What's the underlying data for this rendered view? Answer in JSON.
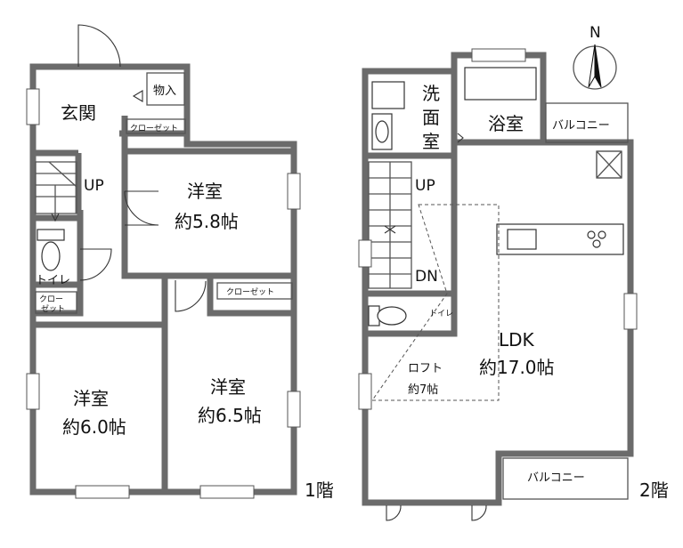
{
  "floor1": {
    "label": "1階",
    "genkan": "玄関",
    "monoire": "物入",
    "up": "UP",
    "toilet": "トイレ",
    "closet_small_1": "クロー",
    "closet_small_2": "ゼット",
    "closet_a": "クローゼット",
    "closet_b": "クローゼット",
    "room_a_name": "洋室",
    "room_a_size": "約5.8帖",
    "room_b_name": "洋室",
    "room_b_size": "約6.0帖",
    "room_c_name": "洋室",
    "room_c_size": "約6.5帖"
  },
  "floor2": {
    "label": "2階",
    "senmen_1": "洗",
    "senmen_2": "面",
    "senmen_3": "室",
    "bath": "浴室",
    "balcony_top": "バルコニー",
    "balcony_bottom": "バルコニー",
    "up": "UP",
    "dn": "DN",
    "toilet": "トイレ",
    "ldk_name": "LDK",
    "ldk_size": "約17.0帖",
    "loft_name": "ロフト",
    "loft_size": "約7帖"
  },
  "compass": {
    "north": "N"
  }
}
